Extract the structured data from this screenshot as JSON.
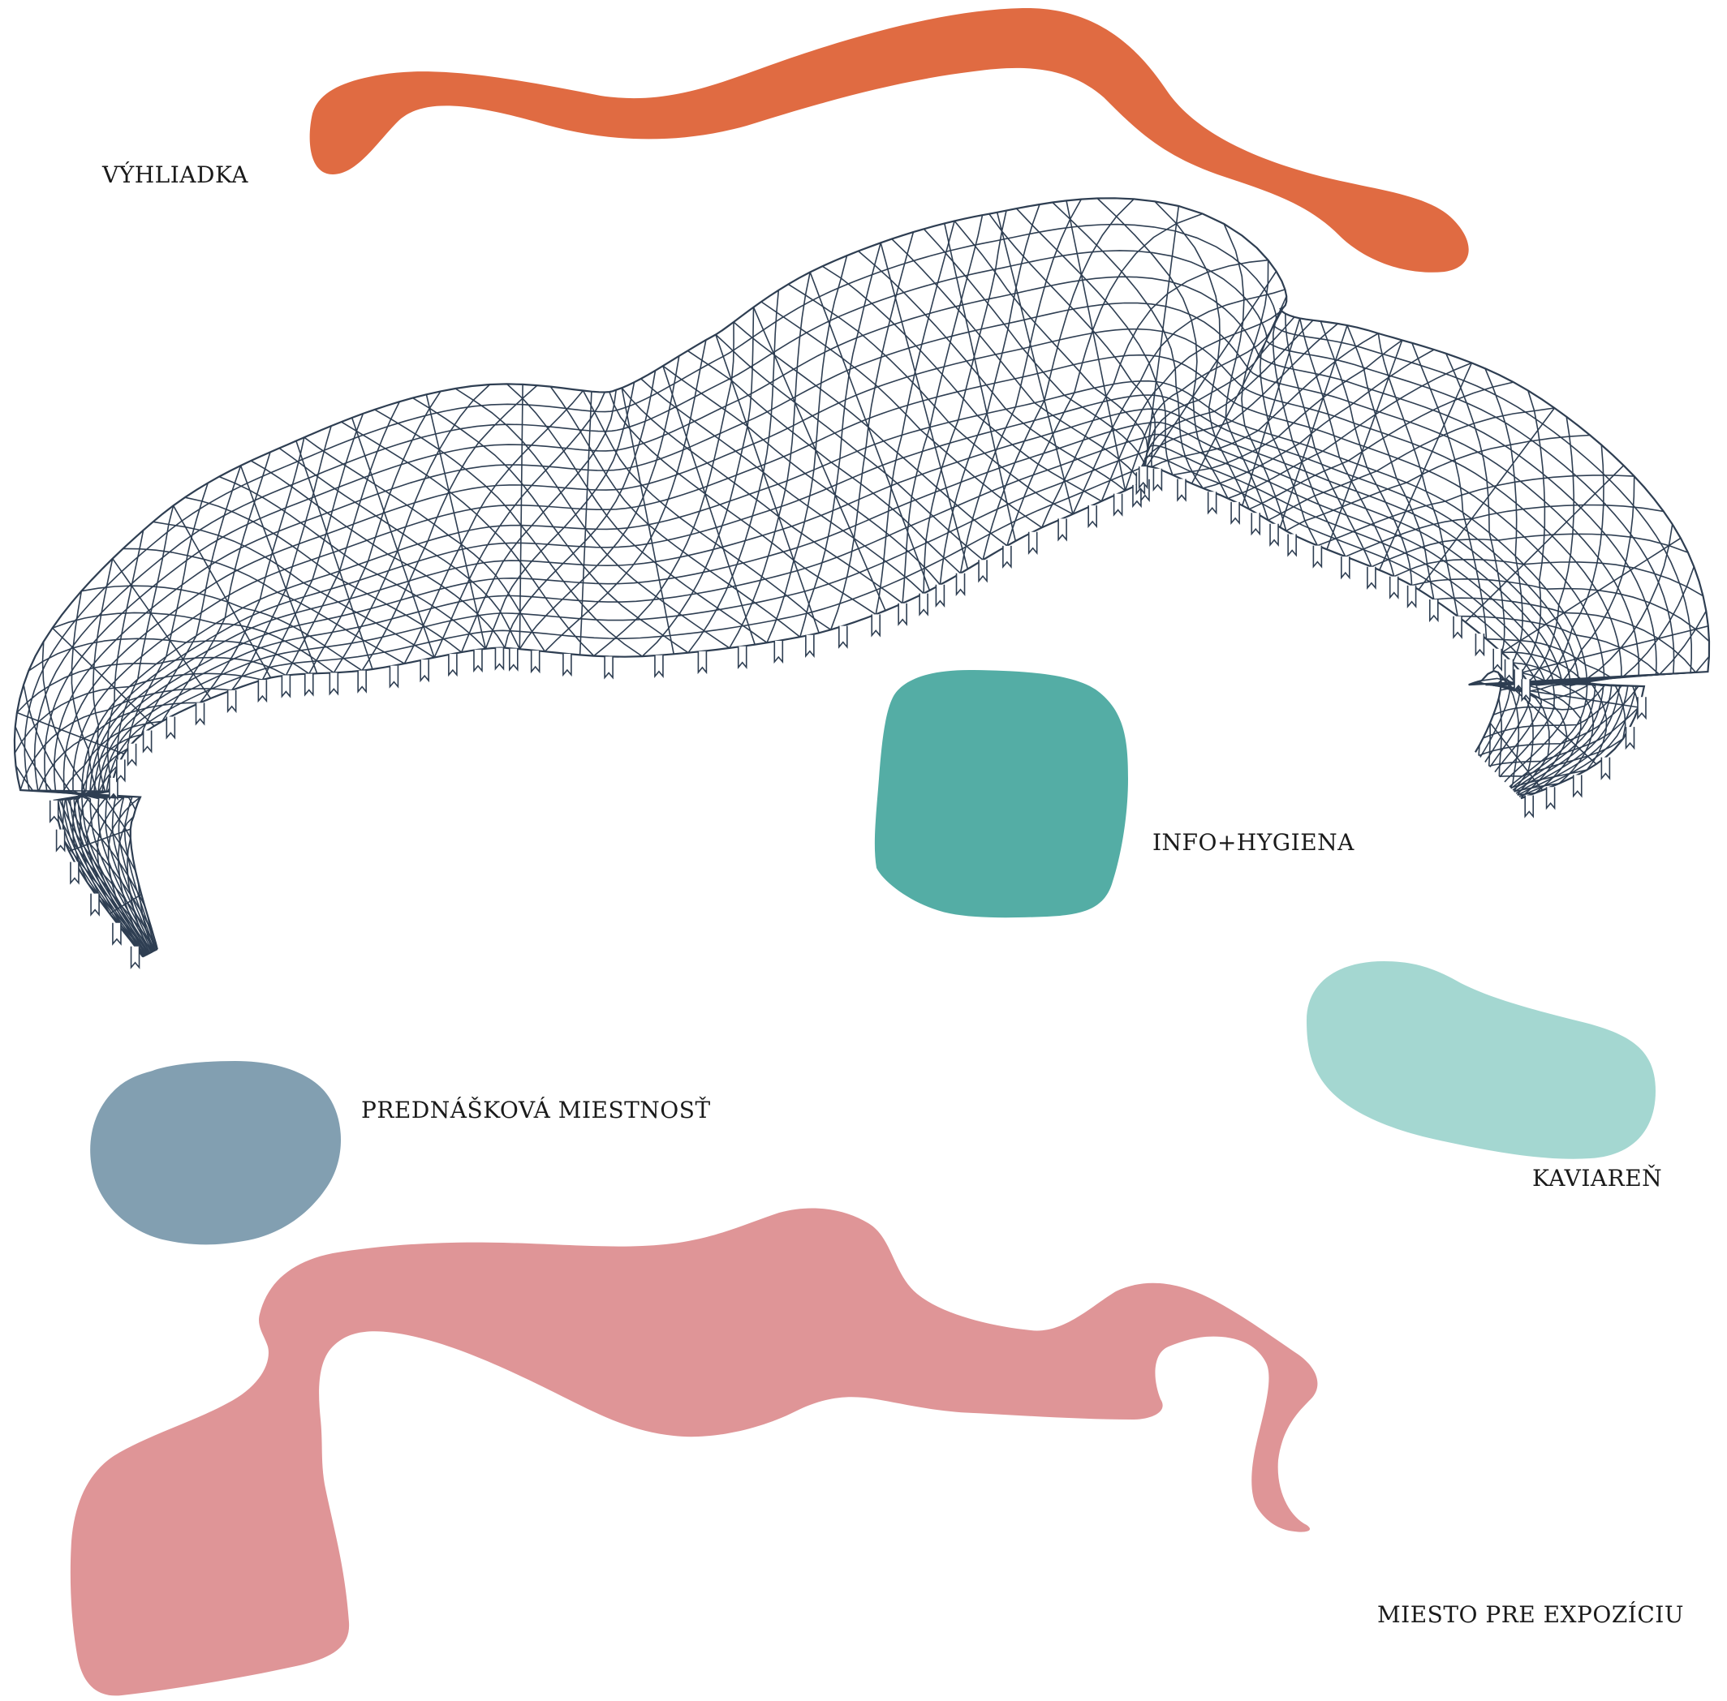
{
  "zones": [
    {
      "id": "vyhliadka",
      "label": "VÝHLIADKA",
      "color": "#E06B42"
    },
    {
      "id": "info",
      "label": "INFO+HYGIENA",
      "color": "#54ADA5"
    },
    {
      "id": "kaviaren",
      "label": "KAVIAREŇ",
      "color": "#A4D7D1"
    },
    {
      "id": "prednaskova",
      "label": "PREDNÁŠKOVÁ MIESTNOSŤ",
      "color": "#829FB1"
    },
    {
      "id": "expozicia",
      "label": "MIESTO PRE EXPOZÍCIU",
      "color": "#DF9597"
    }
  ],
  "structure": {
    "name": "timber gridshell pavilion",
    "stroke_color": "#2e3e52"
  }
}
